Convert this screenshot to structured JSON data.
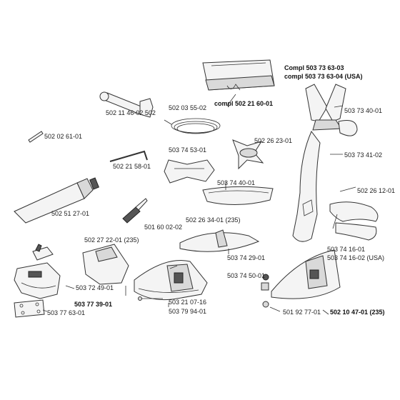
{
  "labels": {
    "p_502_11_46_02": "502 11 46-02 502",
    "p_502_03_55_02": "502 03 55-02",
    "p_compl_502_21_60_01": "compl 502 21 60-01",
    "p_compl_503_73_63_03": "Compl 503 73 63-03",
    "p_compl_503_73_63_04": "compl 503 73 63-04 (USA)",
    "p_503_73_40_01": "503 73 40-01",
    "p_503_73_41_02": "503 73 41-02",
    "p_502_02_61_01": "502 02 61-01",
    "p_502_26_23_01": "502 26 23-01",
    "p_503_74_53_01": "503 74 53-01",
    "p_502_21_58_01": "502 21 58-01",
    "p_503_74_40_01": "503 74 40-01",
    "p_502_26_12_01": "502 26 12-01",
    "p_502_51_27_01": "502 51 27-01",
    "p_501_60_02_02": "501 60 02-02",
    "p_502_26_34_01": "502 26 34-01 (235)",
    "p_503_74_16_01": "503 74 16-01",
    "p_503_74_16_02": "503 74 16-02 (USA)",
    "p_502_27_22_01": "502 27 22-01 (235)",
    "p_503_74_29_01": "503 74 29-01",
    "p_503_74_50_01": "503 74 50-01",
    "p_503_72_49_01": "503 72 49-01",
    "p_503_77_39_01": "503 77 39-01",
    "p_503_21_07_16": "503 21 07-16",
    "p_503_79_94_01": "503 79 94-01",
    "p_501_92_77_01": "501 92 77-01",
    "p_502_10_47_01": "502 10 47-01 (235)",
    "p_503_77_63_01": "503 77 63-01"
  }
}
